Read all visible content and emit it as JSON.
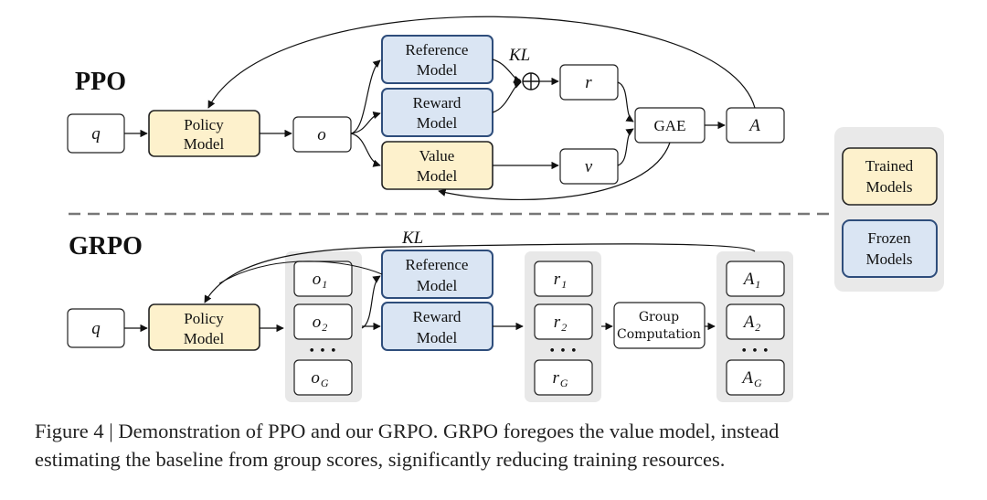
{
  "ppo": {
    "title": "PPO",
    "q": "q",
    "policy": [
      "Policy",
      "Model"
    ],
    "o": "o",
    "reference": [
      "Reference",
      "Model"
    ],
    "reward": [
      "Reward",
      "Model"
    ],
    "value": [
      "Value",
      "Model"
    ],
    "kl": "KL",
    "r": "r",
    "v": "v",
    "gae": "GAE",
    "a": "A"
  },
  "grpo": {
    "title": "GRPO",
    "q": "q",
    "policy": [
      "Policy",
      "Model"
    ],
    "kl": "KL",
    "reference": [
      "Reference",
      "Model"
    ],
    "reward": [
      "Reward",
      "Model"
    ],
    "outputs": [
      {
        "base": "o",
        "sub": "1"
      },
      {
        "base": "o",
        "sub": "2"
      },
      {
        "base": "o",
        "sub": "G"
      }
    ],
    "rewards": [
      {
        "base": "r",
        "sub": "1"
      },
      {
        "base": "r",
        "sub": "2"
      },
      {
        "base": "r",
        "sub": "G"
      }
    ],
    "advantages": [
      {
        "base": "A",
        "sub": "1"
      },
      {
        "base": "A",
        "sub": "2"
      },
      {
        "base": "A",
        "sub": "G"
      }
    ],
    "dots": "• • •",
    "group": [
      "Group",
      "Computation"
    ]
  },
  "legend": {
    "trained": [
      "Trained",
      "Models"
    ],
    "frozen": [
      "Frozen",
      "Models"
    ]
  },
  "caption": {
    "line1": "Figure 4 | Demonstration of PPO and our GRPO. GRPO foregoes the value model, instead",
    "line2": "estimating the baseline from group scores, significantly reducing training resources."
  },
  "colors": {
    "trained": "#fdf1cc",
    "frozen": "#dae5f3",
    "frozen_border": "#2e4d7b",
    "group_bg": "#e8e8e8",
    "stroke": "#222222"
  }
}
